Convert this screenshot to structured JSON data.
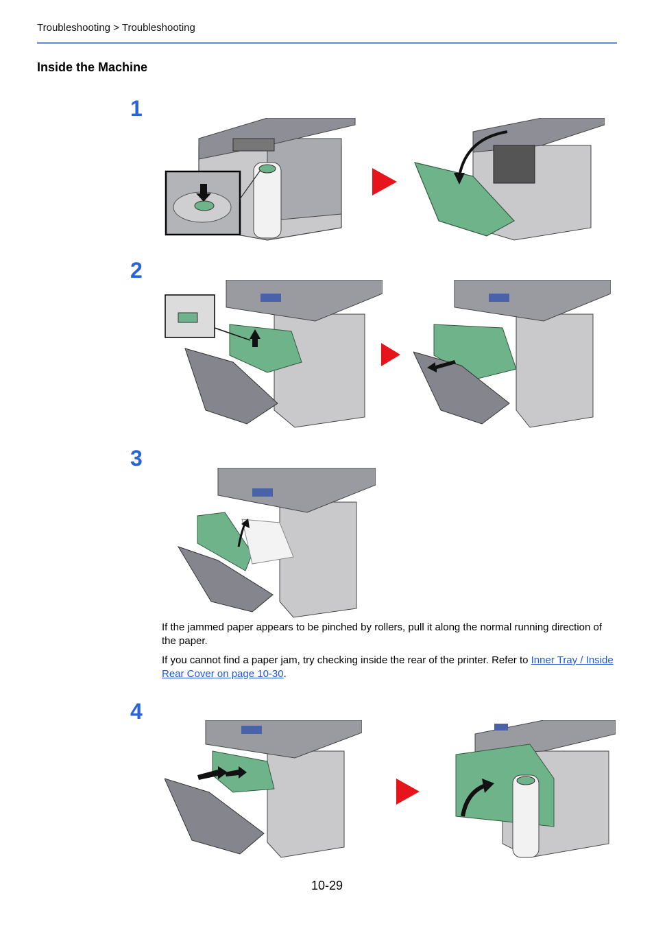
{
  "header": {
    "breadcrumb": "Troubleshooting > Troubleshooting"
  },
  "section": {
    "title": "Inside the Machine"
  },
  "steps": [
    {
      "number": "1"
    },
    {
      "number": "2"
    },
    {
      "number": "3"
    },
    {
      "number": "4"
    }
  ],
  "step3": {
    "note1": "If the jammed paper appears to be pinched by rollers, pull it along the normal running direction of the paper.",
    "note2_prefix": "If you cannot find a paper jam, try checking inside the rear of the printer. Refer to ",
    "note2_link": "Inner Tray / Inside Rear Cover on page 10-30",
    "note2_suffix": "."
  },
  "footer": {
    "page_number": "10-29"
  },
  "colors": {
    "accent": "#2a63d9",
    "rule": "#7fa3e6",
    "arrow": "#e8141c",
    "green_part": "#6fb38a"
  }
}
